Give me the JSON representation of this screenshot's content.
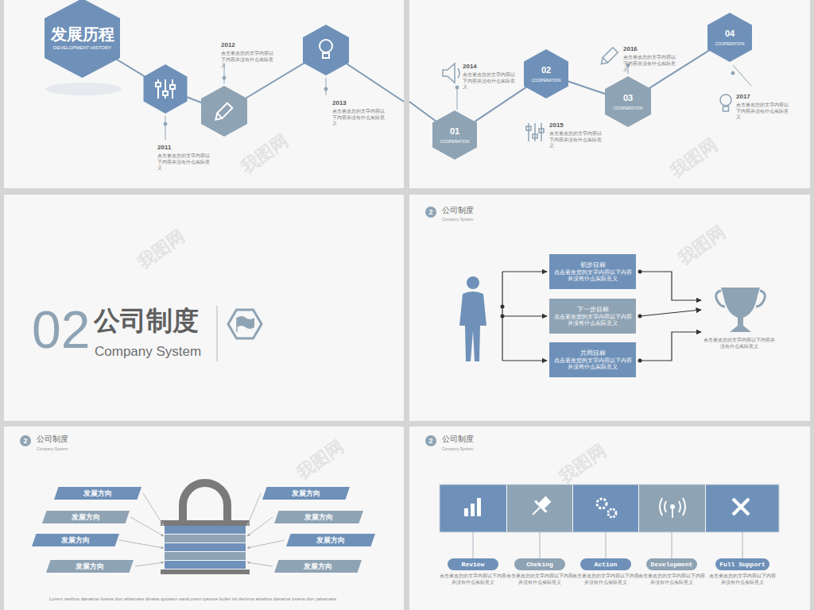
{
  "diagram": {
    "nodes": [
      {
        "text": [
          "发展历程",
          "DEVELOPMENT HISTORY"
        ]
      },
      {
        "text": [
          "01",
          "COOPERATION"
        ]
      },
      {
        "text": [
          "02",
          "COOPERATION"
        ]
      },
      {
        "text": [
          "03",
          "COOPERATION"
        ]
      },
      {
        "text": [
          "04",
          "COOPERATION"
        ]
      },
      {
        "text": [
          "2"
        ]
      },
      {
        "text": [
          "初步目标",
          "点击更改您的文字内容以下内容并没有什么实际意义"
        ]
      },
      {
        "text": [
          "下一步目标",
          "点击更改您的文字内容以下内容并没有什么实际意义"
        ]
      },
      {
        "text": [
          "共同目标",
          "点击更改您的文字内容以下内容并没有什么实际意义"
        ]
      },
      {
        "text": [
          "2"
        ]
      },
      {
        "text": [
          "发展方向"
        ]
      },
      {
        "text": [
          "发展方向"
        ]
      },
      {
        "text": [
          "发展方向"
        ]
      },
      {
        "text": [
          "发展方向"
        ]
      },
      {
        "text": [
          "发展方向"
        ]
      },
      {
        "text": [
          "发展方向"
        ]
      },
      {
        "text": [
          "发展方向"
        ]
      },
      {
        "text": [
          "发展方向"
        ]
      },
      {
        "text": [
          "2"
        ]
      },
      {
        "text": [
          "Review"
        ]
      },
      {
        "text": [
          "Cheking"
        ]
      },
      {
        "text": [
          "Action"
        ]
      },
      {
        "text": [
          "Development"
        ]
      },
      {
        "text": [
          "Full Support"
        ]
      }
    ],
    "edges": [
      {
        "from": 1,
        "to": 2,
        "arrow": "none"
      },
      {
        "from": 2,
        "to": 3,
        "arrow": "none"
      },
      {
        "from": 3,
        "to": 4,
        "arrow": "none"
      }
    ],
    "labels": [
      "2011",
      "点击更改您的文字内容以下内容并没有什么实际意义",
      "2012",
      "点击更改您的文字内容以下内容并没有什么实际意义",
      "2013",
      "点击更改您的文字内容以下内容并没有什么实际意义",
      "2014",
      "点击更改您的文字内容以下内容并没有什么实际意义",
      "2015",
      "点击更改您的文字内容以下内容并没有什么实际意义",
      "2016",
      "点击更改您的文字内容以下内容并没有什么实际意义",
      "2017",
      "点击更改您的文字内容以下内容并没有什么实际意义",
      "02",
      "公司制度",
      "Company System",
      "公司制度",
      "Company System",
      "点击更改您的文字内容以下内容并没有什么实际意义",
      "公司制度",
      "Company System",
      "Lorem stetbus danaime lovera don ahiamare dinasa quosam santLorem ipsume koller sit denima astebus daname lovera don yakamare",
      "公司制度",
      "Company System",
      "点击更改您的文字内容以下内容并没有什么实际意义",
      "点击更改您的文字内容以下内容并没有什么实际意义",
      "点击更改您的文字内容以下内容并没有什么实际意义",
      "点击更改您的文字内容以下内容并没有什么实际意义",
      "点击更改您的文字内容以下内容并没有什么实际意义",
      "我图网",
      "我图网",
      "我图网",
      "我图网",
      "我图网",
      "我图网"
    ]
  }
}
